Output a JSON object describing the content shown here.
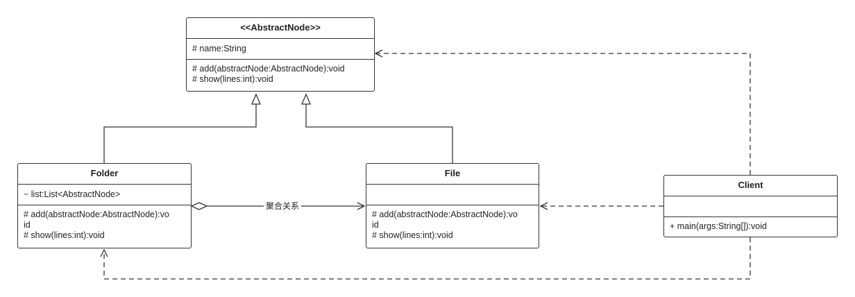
{
  "classes": {
    "abstract_node": {
      "name": "<<AbstractNode>>",
      "attributes": [
        "# name:String"
      ],
      "methods": [
        "# add(abstractNode:AbstractNode):void",
        "# show(lines:int):void"
      ]
    },
    "folder": {
      "name": "Folder",
      "attributes": [
        "− list:List<AbstractNode>"
      ],
      "methods": [
        "# add(abstractNode:AbstractNode):vo",
        "id",
        "# show(lines:int):void"
      ]
    },
    "file": {
      "name": "File",
      "attributes": [],
      "methods": [
        "# add(abstractNode:AbstractNode):vo",
        "id",
        "# show(lines:int):void"
      ]
    },
    "client": {
      "name": "Client",
      "attributes": [],
      "methods": [
        "+ main(args:String[]):void"
      ]
    }
  },
  "relations": {
    "aggregation_label": "聚合关系"
  },
  "colors": {
    "line": "#333333",
    "background": "#ffffff"
  }
}
